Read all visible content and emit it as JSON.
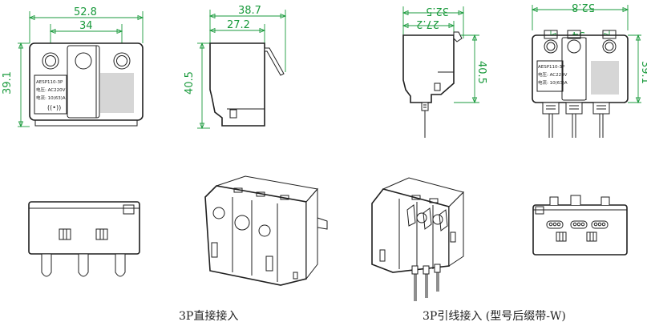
{
  "views": {
    "front": {
      "width_dim": "52.8",
      "pin_spacing_dim": "34",
      "height_dim": "39.1",
      "label": {
        "model": "AESP110-3P",
        "voltage": "电压: AC220V",
        "current": "电流: 10(63)A"
      }
    },
    "side": {
      "depth_dim": "38.7",
      "body_depth_dim": "27.2",
      "height_dim": "40.5"
    },
    "wire_side": {
      "depth_dim": "32.5",
      "body_depth_dim": "27.2",
      "height_dim": "40.5"
    },
    "wire_front": {
      "width_dim": "52.8",
      "pin_spacing_dim": "34",
      "height_dim": "39.1",
      "label": {
        "model": "AESP110-3P",
        "voltage": "电压: AC220V",
        "current": "电流: 10(63)A"
      }
    }
  },
  "captions": {
    "direct": "3P直接接入",
    "wire": "3P引线接入 (型号后缀带-W)"
  }
}
